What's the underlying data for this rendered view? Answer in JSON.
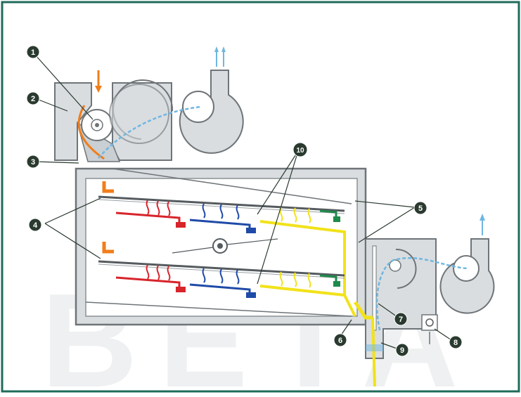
{
  "diagram": {
    "watermark": "BETA",
    "markers": [
      {
        "id": "marker-1",
        "label": "1"
      },
      {
        "id": "marker-2",
        "label": "2"
      },
      {
        "id": "marker-3",
        "label": "3"
      },
      {
        "id": "marker-4",
        "label": "4"
      },
      {
        "id": "marker-5",
        "label": "5"
      },
      {
        "id": "marker-6",
        "label": "6"
      },
      {
        "id": "marker-7",
        "label": "7"
      },
      {
        "id": "marker-8",
        "label": "8"
      },
      {
        "id": "marker-9",
        "label": "9"
      },
      {
        "id": "marker-10",
        "label": "10"
      }
    ],
    "colors": {
      "frame": "#1f6b5a",
      "machine_fill": "#d9dde0",
      "machine_stroke": "#6e7478",
      "feed": "#f07d1a",
      "zone_red": "#d8242b",
      "zone_blue": "#1f4aa8",
      "zone_yellow": "#f2e21a",
      "zone_green": "#1f8a4a",
      "air": "#6fb6e0",
      "marker": "#2a3a2f"
    }
  }
}
